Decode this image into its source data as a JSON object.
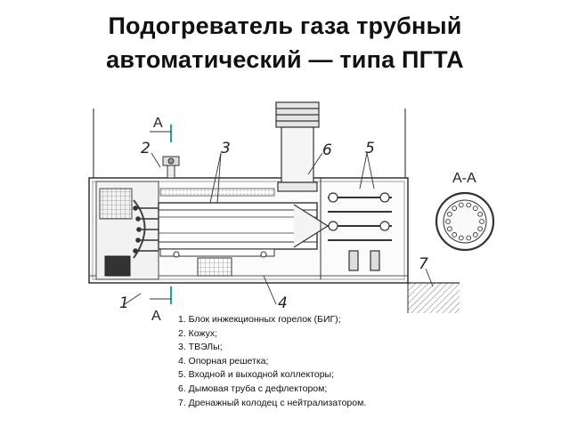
{
  "title": {
    "line1": "Подогреватель газа трубный",
    "line2": "автоматический — типа ПГТА"
  },
  "drawing": {
    "section_marker_top": "А",
    "section_marker_bottom": "А",
    "section_label": "А-А",
    "callouts": [
      "1",
      "2",
      "3",
      "4",
      "5",
      "6",
      "7"
    ]
  },
  "legend": [
    "1. Блок инжекционных горелок (БИГ);",
    "2. Кожух;",
    "3. ТВЭЛы;",
    "4. Опорная решетка;",
    "5. Входной и выходной коллекторы;",
    "6. Дымовая труба с дефлектором;",
    "7. Дренажный колодец с нейтрализатором."
  ]
}
